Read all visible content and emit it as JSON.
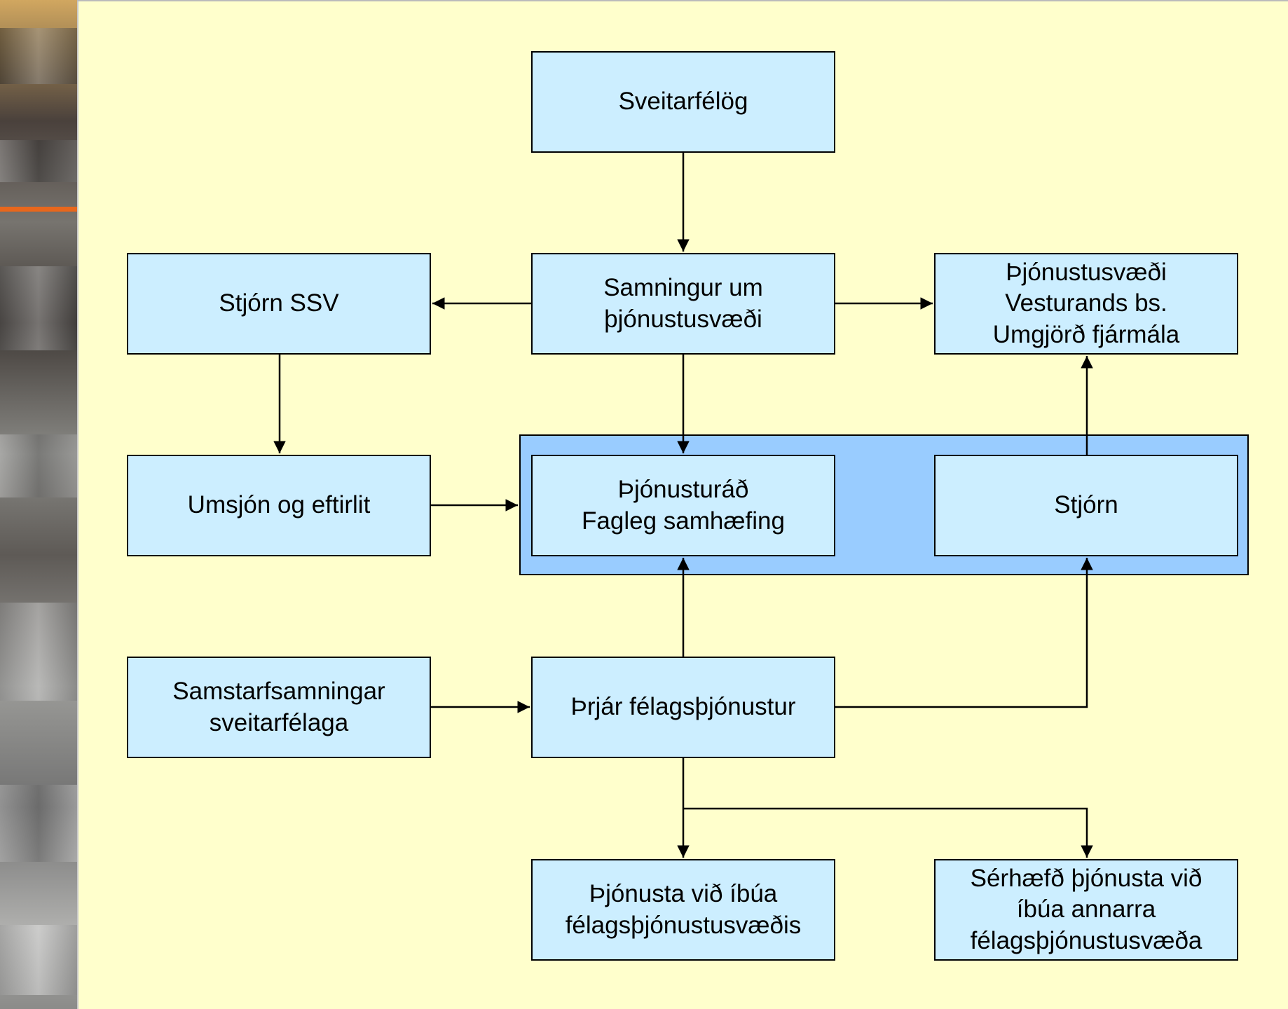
{
  "diagram": {
    "boxes": {
      "sveitarfelog": "Sveitarfélög",
      "samningur": "Samningur um\nþjónustusvæði",
      "stjorn_ssv": "Stjórn SSV",
      "thjonustusvaedi_vesturlands": "Þjónustusvæði\nVesturands bs.\nUmgjörð fjármála",
      "umsjon": "Umsjón og eftirlit",
      "thjonusturad": "Þjónusturáð\nFagleg samhæfing",
      "stjorn": "Stjórn",
      "samstarfssamningar": "Samstarfsamningar\nsveitarfélaga",
      "thrjar_felagsthjonustur": "Þrjár félagsþjónustur",
      "thjonusta_vid_ibua": "Þjónusta við íbúa\nfélagsþjónustusvæðis",
      "serhaefd_thjonusta": "Sérhæfð þjónusta við\níbúa annarra\nfélagsþjónustusvæða"
    },
    "connections": [
      {
        "from": "Sveitarfélög",
        "to": "Samningur um þjónustusvæði"
      },
      {
        "from": "Samningur um þjónustusvæði",
        "to": "Stjórn SSV"
      },
      {
        "from": "Samningur um þjónustusvæði",
        "to": "Þjónustusvæði Vesturands bs. Umgjörð fjármála"
      },
      {
        "from": "Samningur um þjónustusvæði",
        "to": "Þjónusturáð Fagleg samhæfing"
      },
      {
        "from": "Stjórn SSV",
        "to": "Umsjón og eftirlit"
      },
      {
        "from": "Umsjón og eftirlit",
        "to": "Þjónusturáð / Stjórn group"
      },
      {
        "from": "Stjórn",
        "to": "Þjónustusvæði Vesturands bs. Umgjörð fjármála"
      },
      {
        "from": "Samstarfsamningar sveitarfélaga",
        "to": "Þrjár félagsþjónustur"
      },
      {
        "from": "Þrjár félagsþjónustur",
        "to": "Þjónusturáð Fagleg samhæfing"
      },
      {
        "from": "Þrjár félagsþjónustur",
        "to": "Stjórn"
      },
      {
        "from": "Þrjár félagsþjónustur",
        "to": "Þjónusta við íbúa félagsþjónustusvæðis"
      },
      {
        "from": "Þrjár félagsþjónustur",
        "to": "Sérhæfð þjónusta við íbúa annarra félagsþjónustusvæða"
      }
    ],
    "colors": {
      "background": "#ffffcc",
      "box_fill": "#cceeff",
      "group_fill": "#99ccff",
      "accent": "#e8671c",
      "line": "#000000"
    }
  }
}
